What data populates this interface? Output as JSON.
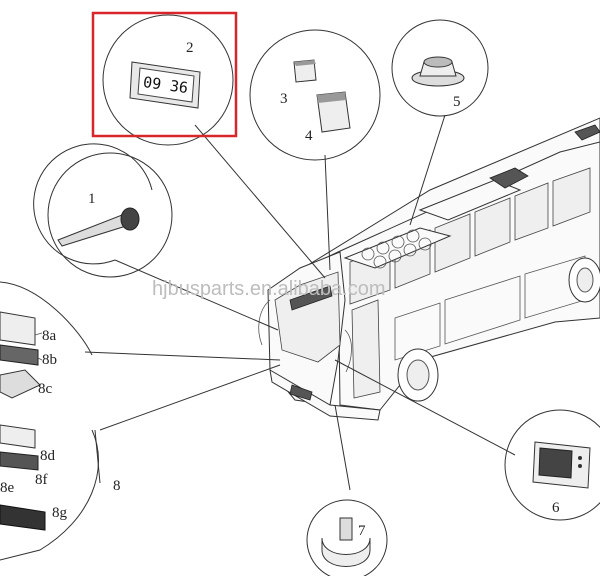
{
  "watermark": "hjbusparts.en.alibaba.com",
  "clock_display": "09 36",
  "highlight_color": "#d9262b",
  "callouts": [
    {
      "id": "1",
      "label": "1",
      "part": "microphone-icon"
    },
    {
      "id": "2",
      "label": "2",
      "part": "digital-clock-icon"
    },
    {
      "id": "3",
      "label": "3",
      "part": "small-module-icon"
    },
    {
      "id": "4",
      "label": "4",
      "part": "module-icon"
    },
    {
      "id": "5",
      "label": "5",
      "part": "roof-speaker-icon"
    },
    {
      "id": "6",
      "label": "6",
      "part": "monitor-icon"
    },
    {
      "id": "7",
      "label": "7",
      "part": "bracket-icon"
    },
    {
      "id": "8",
      "label": "8",
      "part": "audio-video-group"
    }
  ],
  "group8": [
    "8a",
    "8b",
    "8c",
    "8d",
    "8f",
    "8e",
    "8g"
  ]
}
